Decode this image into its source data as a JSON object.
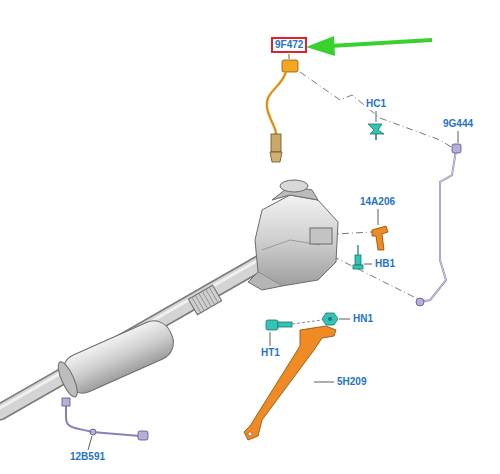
{
  "diagram": {
    "nodes": [
      {
        "text": [
          "9F472"
        ]
      }
    ],
    "labels": [
      "HC1",
      "9G444",
      "14A206",
      "HB1",
      "HN1",
      "HT1",
      "5H209",
      "12B591"
    ]
  }
}
